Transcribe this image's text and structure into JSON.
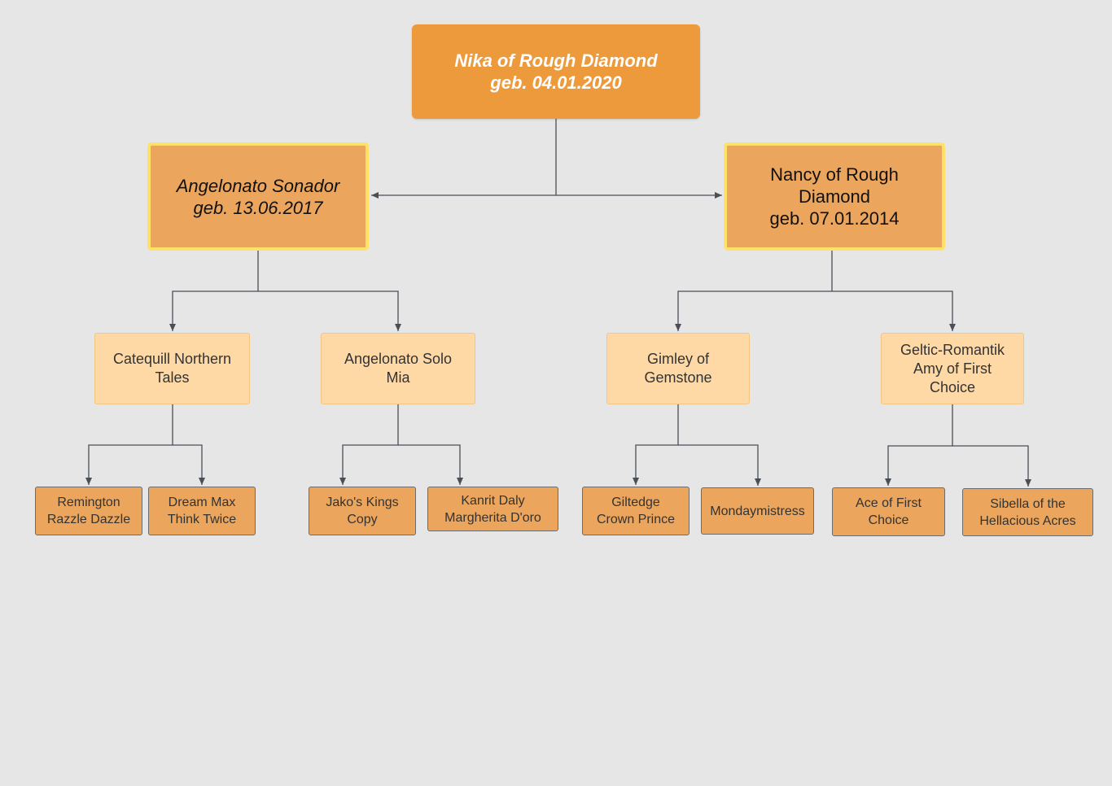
{
  "root": {
    "name": "Nika of Rough Diamond",
    "born": "geb. 04.01.2020"
  },
  "sire": {
    "name": "Angelonato Sonador",
    "born": "geb. 13.06.2017"
  },
  "dam": {
    "line1": "Nancy of Rough",
    "line2": "Diamond",
    "born": "geb. 07.01.2014"
  },
  "grandparents": [
    {
      "line1": "Catequill Northern",
      "line2": "Tales"
    },
    {
      "line1": "Angelonato Solo",
      "line2": "Mia"
    },
    {
      "line1": "Gimley of",
      "line2": "Gemstone"
    },
    {
      "line1": "Geltic-Romantik",
      "line2": "Amy of First",
      "line3": "Choice"
    }
  ],
  "great_grandparents": [
    {
      "line1": "Remington",
      "line2": "Razzle Dazzle"
    },
    {
      "line1": "Dream Max",
      "line2": "Think Twice"
    },
    {
      "line1": "Jako's Kings",
      "line2": "Copy"
    },
    {
      "line1": "Kanrit Daly",
      "line2": "Margherita D'oro"
    },
    {
      "line1": "Giltedge",
      "line2": "Crown Prince"
    },
    {
      "line1": "Mondaymistress"
    },
    {
      "line1": "Ace of First",
      "line2": "Choice"
    },
    {
      "line1": "Sibella of the",
      "line2": "Hellacious Acres"
    }
  ],
  "colors": {
    "background": "#e6e6e6",
    "root_fill": "#ec9a3c",
    "parent_fill": "#eba55c",
    "parent_border": "#ffe167",
    "grandparent_fill": "#fed9a6",
    "great_grandparent_fill": "#eba55c",
    "connector": "#4a4f57"
  }
}
